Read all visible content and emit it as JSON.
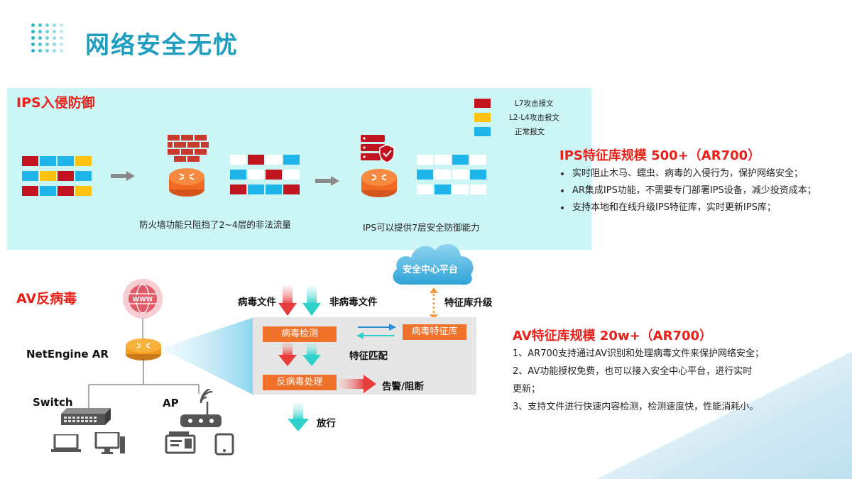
{
  "header": {
    "title": "网络安全无忧"
  },
  "ips": {
    "title": "IPS入侵防御",
    "legend": [
      {
        "label": "L7攻击报文",
        "color": "#c01521"
      },
      {
        "label": "L2-L4攻击报文",
        "color": "#fcc313"
      },
      {
        "label": "正常报文",
        "color": "#1fb5ea"
      }
    ],
    "caption_firewall": "防火墙功能只阻挡了2~4层的非法流量",
    "caption_ips": "IPS可以提供7层安全防御能力",
    "grid_input": [
      [
        "r",
        "b",
        "b",
        "y"
      ],
      [
        "b",
        "y",
        "r",
        "b"
      ],
      [
        "r",
        "b",
        "r",
        "y"
      ]
    ],
    "grid_after_firewall": [
      [
        "w",
        "r",
        "w",
        "b"
      ],
      [
        "b",
        "w",
        "r",
        "w"
      ],
      [
        "r",
        "b",
        "b",
        "r"
      ]
    ],
    "grid_after_ips": [
      [
        "w",
        "w",
        "b",
        "w"
      ],
      [
        "b",
        "w",
        "w",
        "b"
      ],
      [
        "w",
        "b",
        "w",
        "w"
      ]
    ],
    "icons": [
      "brick-firewall-icon",
      "router-icon",
      "server-shield-icon"
    ]
  },
  "ips_right": {
    "title": "IPS特征库规模  500+（AR700）",
    "bullets": [
      "实时阻止木马、蠕虫、病毒的入侵行为，保护网络安全；",
      "AR集成IPS功能，不需要专门部署IPS设备，减少投资成本；",
      "支持本地和在线升级IPS特征库，实时更新IPS库；"
    ]
  },
  "av": {
    "title": "AV反病毒",
    "device_label": "NetEngine AR",
    "switch_label": "Switch",
    "ap_label": "AP",
    "cloud_label": "安全中心平台",
    "feature_upgrade": "特征库升级",
    "virus_file": "病毒文件",
    "non_virus_file": "非病毒文件",
    "virus_detect": "病毒检测",
    "virus_db": "病毒特征库",
    "feature_match": "特征匹配",
    "antivirus_process": "反病毒处理",
    "alarm_block": "告警/阻断",
    "allow": "放行"
  },
  "av_right": {
    "title": "AV特征库规模  20w+（AR700）",
    "lines": [
      "1、AR700支持通过AV识别和处理病毒文件来保护网络安全；",
      "2、AV功能授权免费，也可以接入安全中心平台，进行实时",
      "更新；",
      "3、支持文件进行快速内容检测，检测速度快，性能消耗小。"
    ]
  },
  "colors": {
    "accent": "#1f9ebf",
    "red": "#e8211a",
    "orange": "#f0722a",
    "panel": "#ccf5f5"
  }
}
